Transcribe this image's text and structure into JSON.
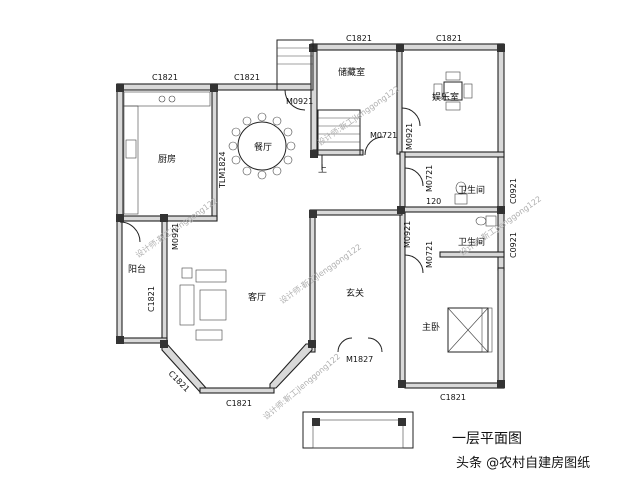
{
  "plan_title": "一层平面图",
  "source_credit": "头条 @农村自建房图纸",
  "watermark": "设计师:靳工jlenggong122",
  "rooms": {
    "storage": "储藏室",
    "entertainment": "娱乐室",
    "dining": "餐厅",
    "kitchen": "厨房",
    "bath_upper": "卫生间",
    "bath_lower": "卫生间",
    "living": "客厅",
    "balcony": "阳台",
    "foyer": "玄关",
    "master_bedroom": "主卧",
    "stair_up": "上"
  },
  "labels": {
    "win_storage_top": "C1821",
    "win_ent_top": "C1821",
    "win_kitchen_top": "C1821",
    "win_dining_top": "C1821",
    "door_dining": "M0921",
    "door_storage": "M0721",
    "door_ent": "M0921",
    "door_tlm": "TLM1824",
    "door_bath_upper": "M0721",
    "win_bath_upper": "C0921",
    "bath_dim": "120",
    "door_kitchen": "M0921",
    "door_foyer_side": "M0921",
    "door_bath_lower": "M0721",
    "win_bath_lower": "C0921",
    "win_balcony": "C1821",
    "door_entrance": "M1827",
    "win_living_bay": "C1821",
    "win_living_bottom": "C1821",
    "win_bedroom_bottom": "C1821"
  }
}
